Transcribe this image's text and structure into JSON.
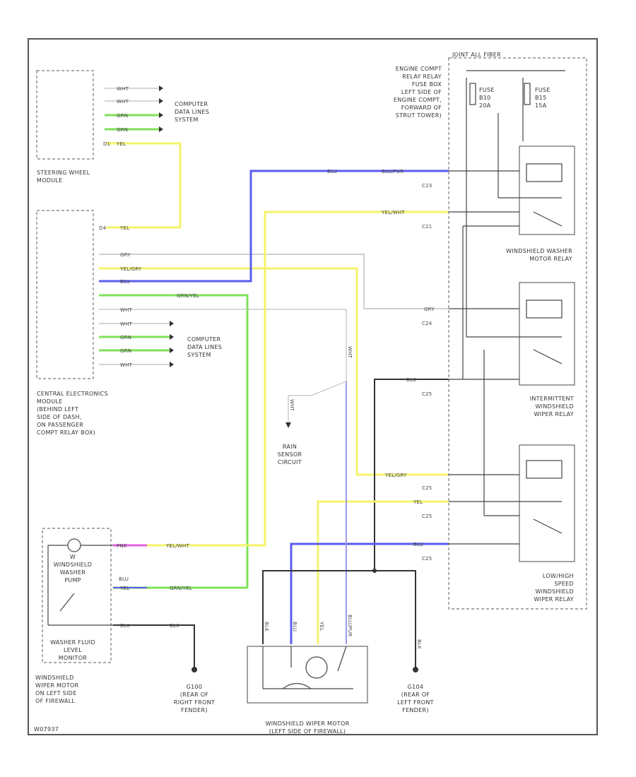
{
  "colors": {
    "blue": "#5b5bf0",
    "yellow": "#f3f36a",
    "green": "#7fe05a",
    "gray": "#b8b8b8",
    "black": "#333333",
    "pink": "#e060e0",
    "light_blue": "#9a9af0"
  },
  "components": {
    "steering_wheel_module": {
      "line1": "STEERING WHEEL",
      "line2": "MODULE"
    },
    "computer_data_1": {
      "line1": "COMPUTER",
      "line2": "DATA LINES",
      "line3": "SYSTEM"
    },
    "computer_data_2": {
      "line1": "COMPUTER",
      "line2": "DATA LINES",
      "line3": "SYSTEM"
    },
    "cem": {
      "line1": "CENTRAL ELECTRONICS",
      "line2": "MODULE",
      "line3": "(BEHIND LEFT",
      "line4": "SIDE OF DASH,",
      "line5": "ON PASSENGER",
      "line6": "COMPT RELAY BOX)"
    },
    "joint_fuse": {
      "title": "JOINT ALL FIBER",
      "line1": "ENGINE COMPT",
      "line2": "RELAY RELAY",
      "line3": "FUSE BOX",
      "line4": "LEFT SIDE OF",
      "line5": "ENGINE COMPT,",
      "line6": "FORWARD OF",
      "line7": "STRUT TOWER)"
    },
    "fuse_a": {
      "name": "FUSE",
      "num": "B10",
      "amp": "20A"
    },
    "fuse_b": {
      "name": "FUSE",
      "num": "B15",
      "amp": "15A"
    },
    "washer_relay": {
      "line1": "WINDSHIELD WASHER",
      "line2": "MOTOR RELAY"
    },
    "intermittent_relay": {
      "line1": "INTERMITTENT",
      "line2": "WINDSHIELD",
      "line3": "WIPER RELAY"
    },
    "lowhigh_relay": {
      "line1": "LOW/HIGH",
      "line2": "SPEED",
      "line3": "WINDSHIELD",
      "line4": "WIPER RELAY"
    },
    "rain_sensor": {
      "line1": "RAIN",
      "line2": "SENSOR",
      "line3": "CIRCUIT"
    },
    "washer_pump": {
      "line1": "W",
      "line2": "WINDSHIELD",
      "line3": "WASHER",
      "line4": "PUMP"
    },
    "washer_fluid": {
      "line1": "WASHER FLUID",
      "line2": "LEVEL",
      "line3": "MONITOR"
    },
    "wiper_motor_caption": {
      "line1": "WINDSHIELD",
      "line2": "WIPER MOTOR",
      "line3": "ON LEFT SIDE",
      "line4": "OF FIREWALL"
    },
    "wiper_motor": {
      "line1": "WINDSHIELD WIPER MOTOR",
      "line2": "(LEFT SIDE OF FIREWALL)"
    },
    "ground_right": {
      "line1": "G100",
      "line2": "(REAR OF",
      "line3": "RIGHT FRONT",
      "line4": "FENDER)"
    },
    "ground_left": {
      "line1": "G104",
      "line2": "(REAR OF",
      "line3": "LEFT FRONT",
      "line4": "FENDER)"
    },
    "footer_code": "W07937"
  },
  "wire_labels": {
    "swm_1": "WHT",
    "swm_2": "WHT",
    "swm_3": "GRN",
    "swm_4": "GRN",
    "swm_5": "YEL",
    "swm_pin5": "D1",
    "cem_in": "YEL",
    "cem_in_pin": "D4",
    "gry": "GRY",
    "yel_gry": "YEL/GRY",
    "blu": "BLU",
    "grn_yel": "GRN/YEL",
    "wht": "WHT",
    "cem_wht1": "WHT",
    "cem_grn1": "GRN",
    "cem_grn2": "GRN",
    "cem_wht2": "WHT",
    "blu_top": "BLU",
    "blu_pur": "BLU/PUR",
    "yel_wht": "YEL/WHT",
    "gry_relay": "GRY",
    "blk_relay": "BLK",
    "yel_gry_relay": "YEL/GRY",
    "yel_relay": "YEL",
    "blu_relay": "BLU",
    "yel_wht_pump": "YEL/WHT",
    "pnk": "PNK",
    "blu_pump": "BLU",
    "yel_pump": "YEL",
    "grn_yel_pump": "GRN/YEL",
    "blk_g": "BLK",
    "blk_g2": "BLK",
    "motor_blk": "BLK",
    "motor_blu": "BLU",
    "motor_yel": "YEL",
    "motor_blupur": "BLU/PUR",
    "blk_right": "BLK",
    "rain_wht": "WHT",
    "rain_wht2": "WHT"
  },
  "connectors": {
    "c1": "C23",
    "c2": "C21",
    "c3": "C24",
    "c4": "C25",
    "c5": "C25",
    "c6": "C25",
    "c7": "C25"
  }
}
